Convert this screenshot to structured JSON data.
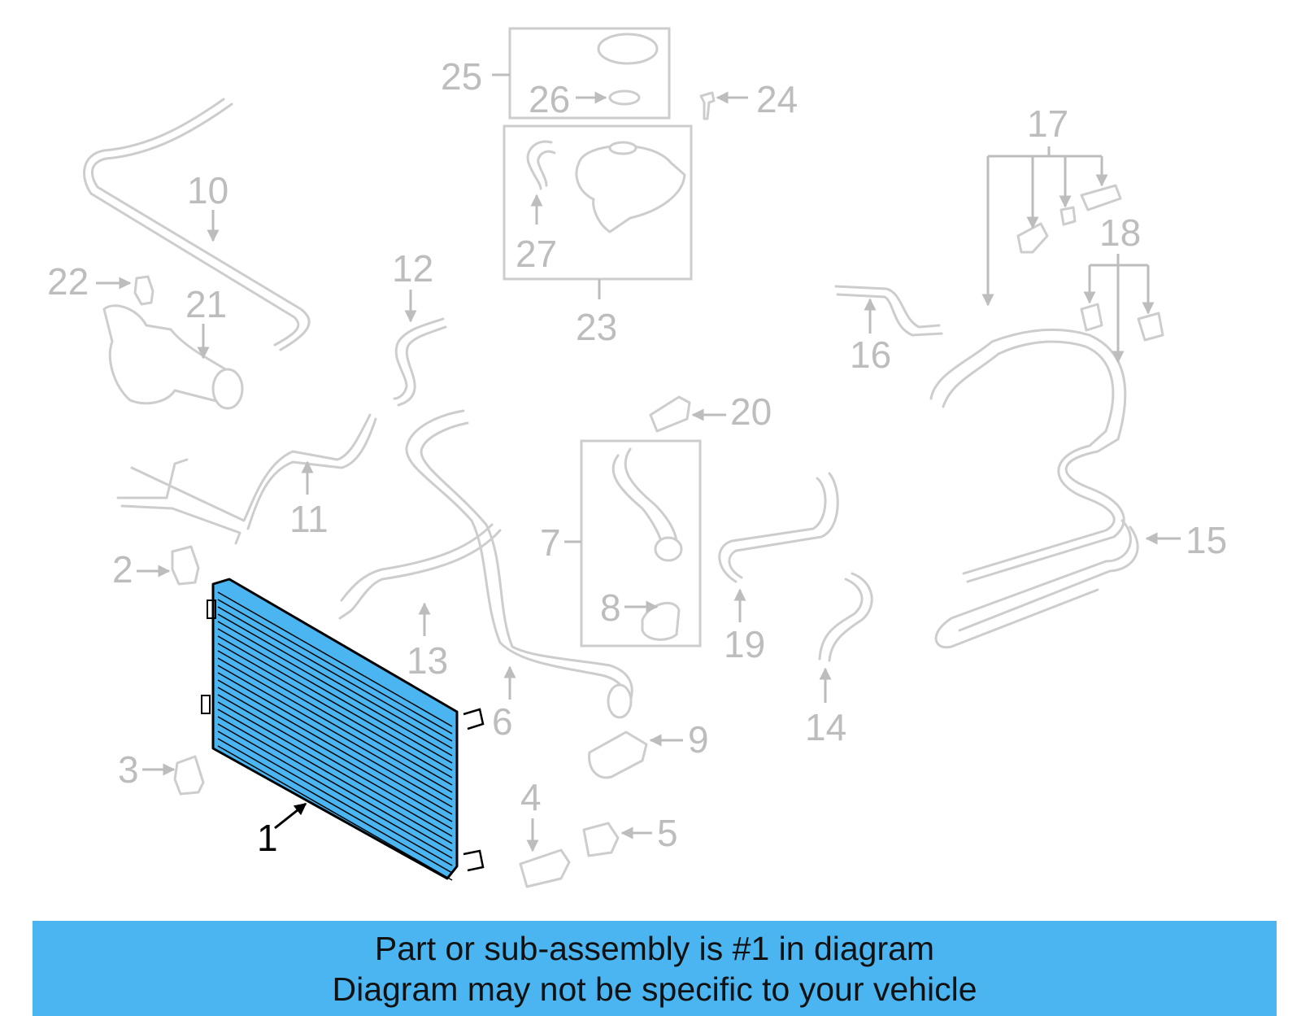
{
  "callouts": {
    "c1": "1",
    "c2": "2",
    "c3": "3",
    "c4": "4",
    "c5": "5",
    "c6": "6",
    "c7": "7",
    "c8": "8",
    "c9": "9",
    "c10": "10",
    "c11": "11",
    "c12": "12",
    "c13": "13",
    "c14": "14",
    "c15": "15",
    "c16": "16",
    "c17": "17",
    "c18": "18",
    "c19": "19",
    "c20": "20",
    "c21": "21",
    "c22": "22",
    "c23": "23",
    "c24": "24",
    "c25": "25",
    "c26": "26",
    "c27": "27"
  },
  "highlight_color": "#4ab5f0",
  "banner": {
    "line1": "Part or sub-assembly is #1 in diagram",
    "line2": "Diagram may not be specific to your vehicle"
  }
}
